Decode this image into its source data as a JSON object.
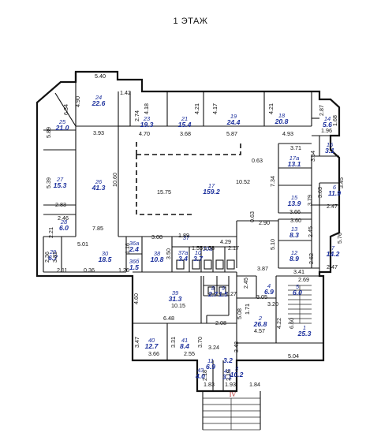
{
  "title": "1 ЭТАЖ",
  "section_mark": "IV",
  "rooms": [
    {
      "no": "1",
      "area": "25.3"
    },
    {
      "no": "2",
      "area": "26.8"
    },
    {
      "no": "3",
      "area": "10.2"
    },
    {
      "no": "4",
      "area": "6.9"
    },
    {
      "no": "5",
      "area": "6.0"
    },
    {
      "no": "6",
      "area": "11.9"
    },
    {
      "no": "7",
      "area": "14.2"
    },
    {
      "no": "8",
      "area": "2.7"
    },
    {
      "no": "9",
      "area": "1.5"
    },
    {
      "no": "11",
      "area": "6.9"
    },
    {
      "no": "12",
      "area": "8.9"
    },
    {
      "no": "13",
      "area": "8.3"
    },
    {
      "no": "14",
      "area": "5.6"
    },
    {
      "no": "15",
      "area": "13.9"
    },
    {
      "no": "16",
      "area": "3.1"
    },
    {
      "no": "17",
      "area": "159.2"
    },
    {
      "no": "17а",
      "area": "13.1"
    },
    {
      "no": "18",
      "area": "20.8"
    },
    {
      "no": "19",
      "area": "24.4"
    },
    {
      "no": "21",
      "area": "15.4"
    },
    {
      "no": "23",
      "area": "19.3"
    },
    {
      "no": "24",
      "area": "22.6"
    },
    {
      "no": "25",
      "area": "21.0"
    },
    {
      "no": "26",
      "area": "41.3"
    },
    {
      "no": "27",
      "area": "15.3"
    },
    {
      "no": "28",
      "area": "6.0"
    },
    {
      "no": "29",
      "area": "6.7"
    },
    {
      "no": "30",
      "area": "18.5"
    },
    {
      "no": "36а",
      "area": "2.4"
    },
    {
      "no": "36б",
      "area": "1.5"
    },
    {
      "no": "37",
      "area": ""
    },
    {
      "no": "37а",
      "area": "3.4"
    },
    {
      "no": "38",
      "area": "10.8"
    },
    {
      "no": "39",
      "area": "31.3"
    },
    {
      "no": "40",
      "area": "12.7"
    },
    {
      "no": "41",
      "area": "8.4"
    },
    {
      "no": "42",
      "area": "3.1"
    },
    {
      "no": "43",
      "area": "4.0"
    },
    {
      "no": "10",
      "area": "3.7"
    },
    {
      "no": "10а",
      "area": ""
    },
    {
      "no": "",
      "area": "3.2"
    }
  ],
  "dimensions": [
    "5.40",
    "4.90",
    "1.42",
    "2.74",
    "6.34",
    "5.89",
    "3.93",
    "4.70",
    "3.68",
    "5.87",
    "4.93",
    "4.18",
    "4.21",
    "4.17",
    "4.21",
    "2.87",
    "1.96",
    "1.68",
    "3.71",
    "3.54",
    "10.60",
    "15.75",
    "10.52",
    "0.63",
    "0.63",
    "7.34",
    "3.45",
    "3.79",
    "3.63",
    "3.66",
    "2.47",
    "5.39",
    "2.83",
    "2.46",
    "2.21",
    "7.85",
    "2.90",
    "2.45",
    "5.76",
    "5.10",
    "3.60",
    "3.08",
    "1.89",
    "4.29",
    "5.01",
    "3.82",
    "2.36",
    "2.11",
    "0.36",
    "1.26",
    "3.50",
    "1.16",
    "1.55",
    "1.58",
    "2.17",
    "3.41",
    "2.62",
    "2.47",
    "3.87",
    "2.45",
    "2.69",
    "1.27",
    "1.71",
    "3.05",
    "3.20",
    "4.60",
    "10.15",
    "6.48",
    "2.08",
    "5.08",
    "6.60",
    "4.22",
    "4.57",
    "3.47",
    "3.31",
    "3.70",
    "3.24",
    "3.66",
    "2.55",
    "3.48",
    "5.04",
    "2.18",
    "2.19",
    "1.83",
    "1.93",
    "1.84"
  ]
}
